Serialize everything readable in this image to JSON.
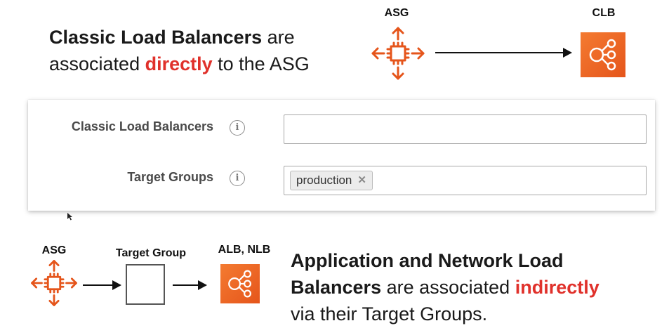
{
  "top": {
    "line1_bold": "Classic Load Balancers",
    "line1_rest": " are",
    "line2_pre": "associated ",
    "line2_red": "directly",
    "line2_post": " to the ASG",
    "asg_label": "ASG",
    "clb_label": "CLB"
  },
  "form": {
    "classic_label": "Classic Load Balancers",
    "classic_value": "",
    "target_label": "Target Groups",
    "info_glyph": "i",
    "tag_text": "production",
    "tag_remove_glyph": "✕"
  },
  "bottom": {
    "asg_label": "ASG",
    "target_group_label": "Target Group",
    "alb_nlb_label": "ALB, NLB",
    "line1": "Application and Network Load",
    "line2_bold": "Balancers",
    "line2_mid": " are associated ",
    "line2_red": "indirectly",
    "line3": "via their Target Groups."
  },
  "colors": {
    "accent_orange": "#e5551b",
    "emphasis_red": "#e0312b"
  },
  "icons": {
    "asg": "auto-scaling-group-icon",
    "lb": "load-balancer-icon",
    "info": "info-icon",
    "cursor": "mouse-cursor-icon"
  }
}
